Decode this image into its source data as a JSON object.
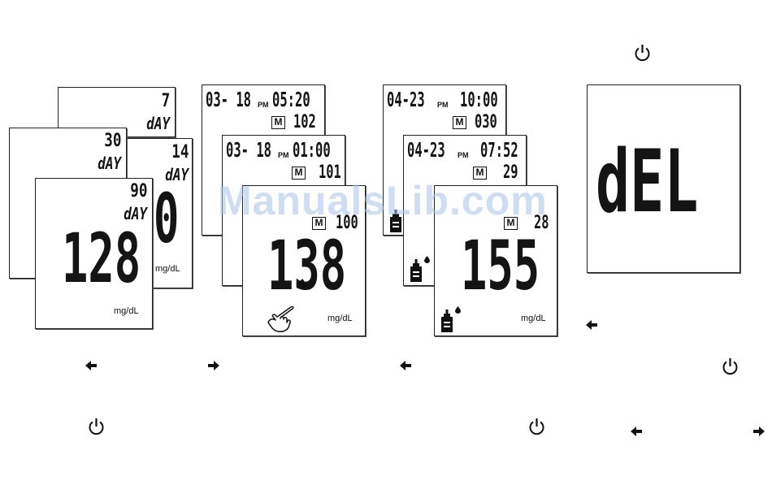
{
  "units": "mg/dL",
  "day_averages": {
    "back": {
      "days": "7",
      "day_label": "dAY"
    },
    "right": {
      "days": "14",
      "day_label": "dAY",
      "value_fragment": "0"
    },
    "left": {
      "days": "30",
      "day_label": "dAY"
    },
    "front": {
      "days": "90",
      "day_label": "dAY",
      "value": "128"
    }
  },
  "memory_set_1": {
    "back": {
      "date": "03- 18",
      "period": "PM",
      "time": "05:20",
      "memory_no": "102"
    },
    "mid": {
      "date": "03- 18",
      "period": "PM",
      "time": "01:00",
      "memory_no": "101"
    },
    "front": {
      "memory_no": "100",
      "value": "138"
    }
  },
  "memory_set_2": {
    "back": {
      "date": "04-23",
      "period": "PM",
      "time": "10:00",
      "memory_no": "030"
    },
    "mid": {
      "date": "04-23",
      "period": "PM",
      "time": "07:52",
      "memory_no": "29"
    },
    "front": {
      "memory_no": "28",
      "value": "155"
    }
  },
  "memory_flag": "M",
  "delete_screen": {
    "text": "dEL"
  },
  "watermark": "ManualsLib.com",
  "icons": {
    "power": "power-icon",
    "left_arrow": "arrow-left-icon",
    "right_arrow": "arrow-right-icon",
    "control_solution": "control-solution-bottle-icon",
    "blood_drop": "blood-drop-icon",
    "finger": "finger-touch-icon"
  }
}
